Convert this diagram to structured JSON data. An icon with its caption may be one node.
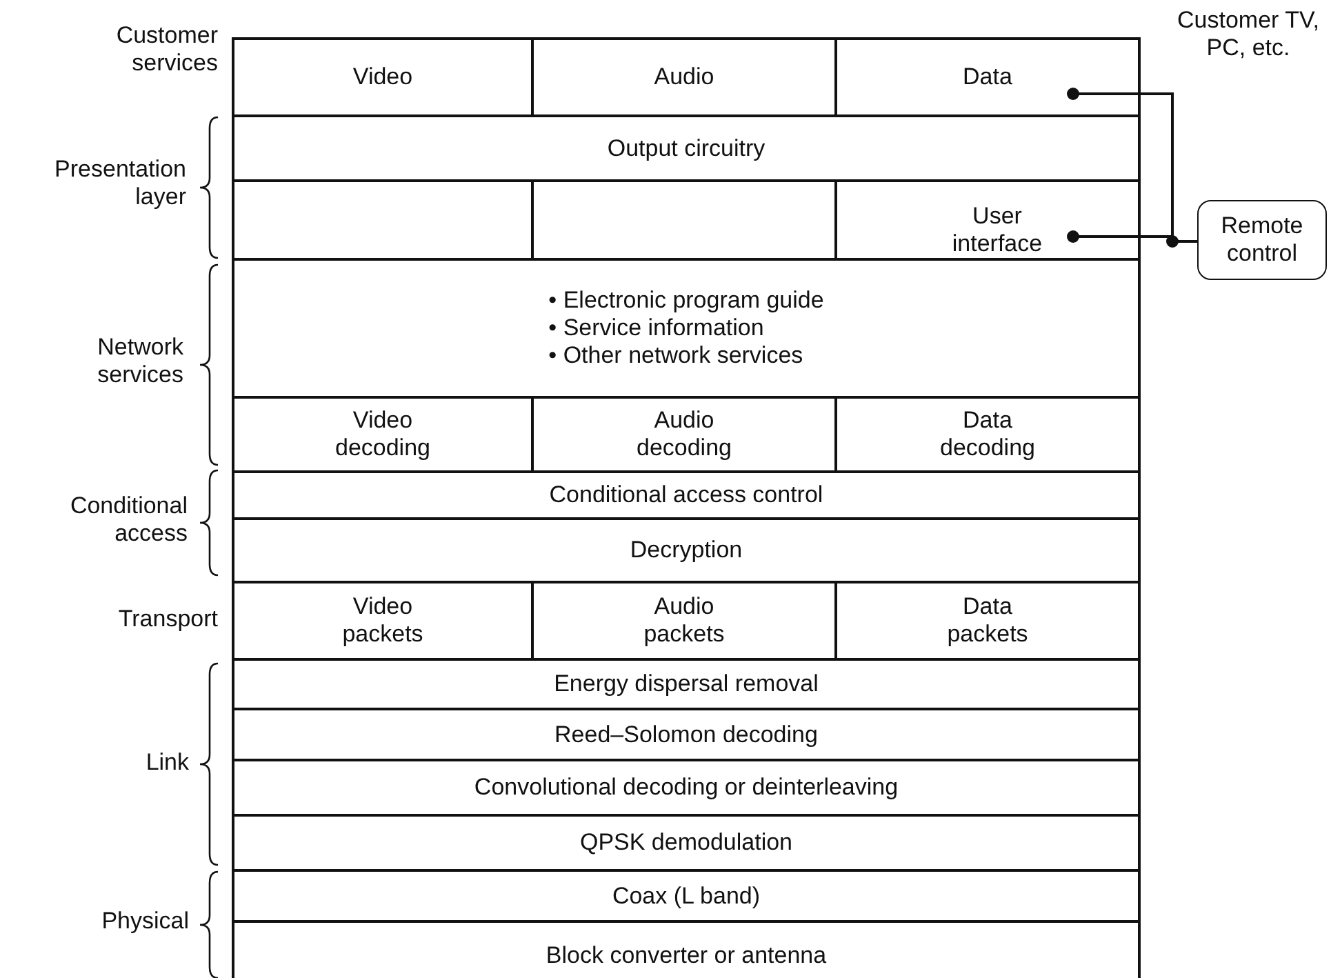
{
  "diagram": {
    "nodes": [
      {
        "text": [
          "Video"
        ]
      },
      {
        "text": [
          "Audio"
        ]
      },
      {
        "text": [
          "Data"
        ]
      },
      {
        "text": [
          "Output circuitry"
        ]
      },
      {
        "text": [],
        "shape": "box"
      },
      {
        "text": [],
        "shape": "box"
      },
      {
        "text": [
          "User interface"
        ]
      },
      {
        "text": [
          "Remote control"
        ]
      },
      {
        "text": [
          "• Electronic program guide",
          "• Service information",
          "• Other network services"
        ]
      },
      {
        "text": [
          "Video decoding"
        ]
      },
      {
        "text": [
          "Audio decoding"
        ]
      },
      {
        "text": [
          "Data decoding"
        ]
      },
      {
        "text": [
          "Conditional access control"
        ]
      },
      {
        "text": [
          "Decryption"
        ]
      },
      {
        "text": [
          "Video packets"
        ]
      },
      {
        "text": [
          "Audio packets"
        ]
      },
      {
        "text": [
          "Data packets"
        ]
      },
      {
        "text": [
          "Energy dispersal removal"
        ]
      },
      {
        "text": [
          "Reed–Solomon decoding"
        ]
      },
      {
        "text": [
          "Convolutional decoding or deinterleaving"
        ]
      },
      {
        "text": [
          "QPSK demodulation"
        ]
      },
      {
        "text": [
          "Coax (L band)"
        ]
      },
      {
        "text": [
          "Block converter or antenna"
        ]
      }
    ],
    "edges": [
      {
        "from": 2,
        "to": 7,
        "arrow": "other"
      },
      {
        "from": 6,
        "to": 7,
        "arrow": "other"
      }
    ],
    "labels": [
      "Customer TV, PC, etc.",
      "Customer services",
      "Presentation layer",
      "Network services",
      "Conditional access",
      "Transport",
      "Link",
      "Physical"
    ]
  }
}
